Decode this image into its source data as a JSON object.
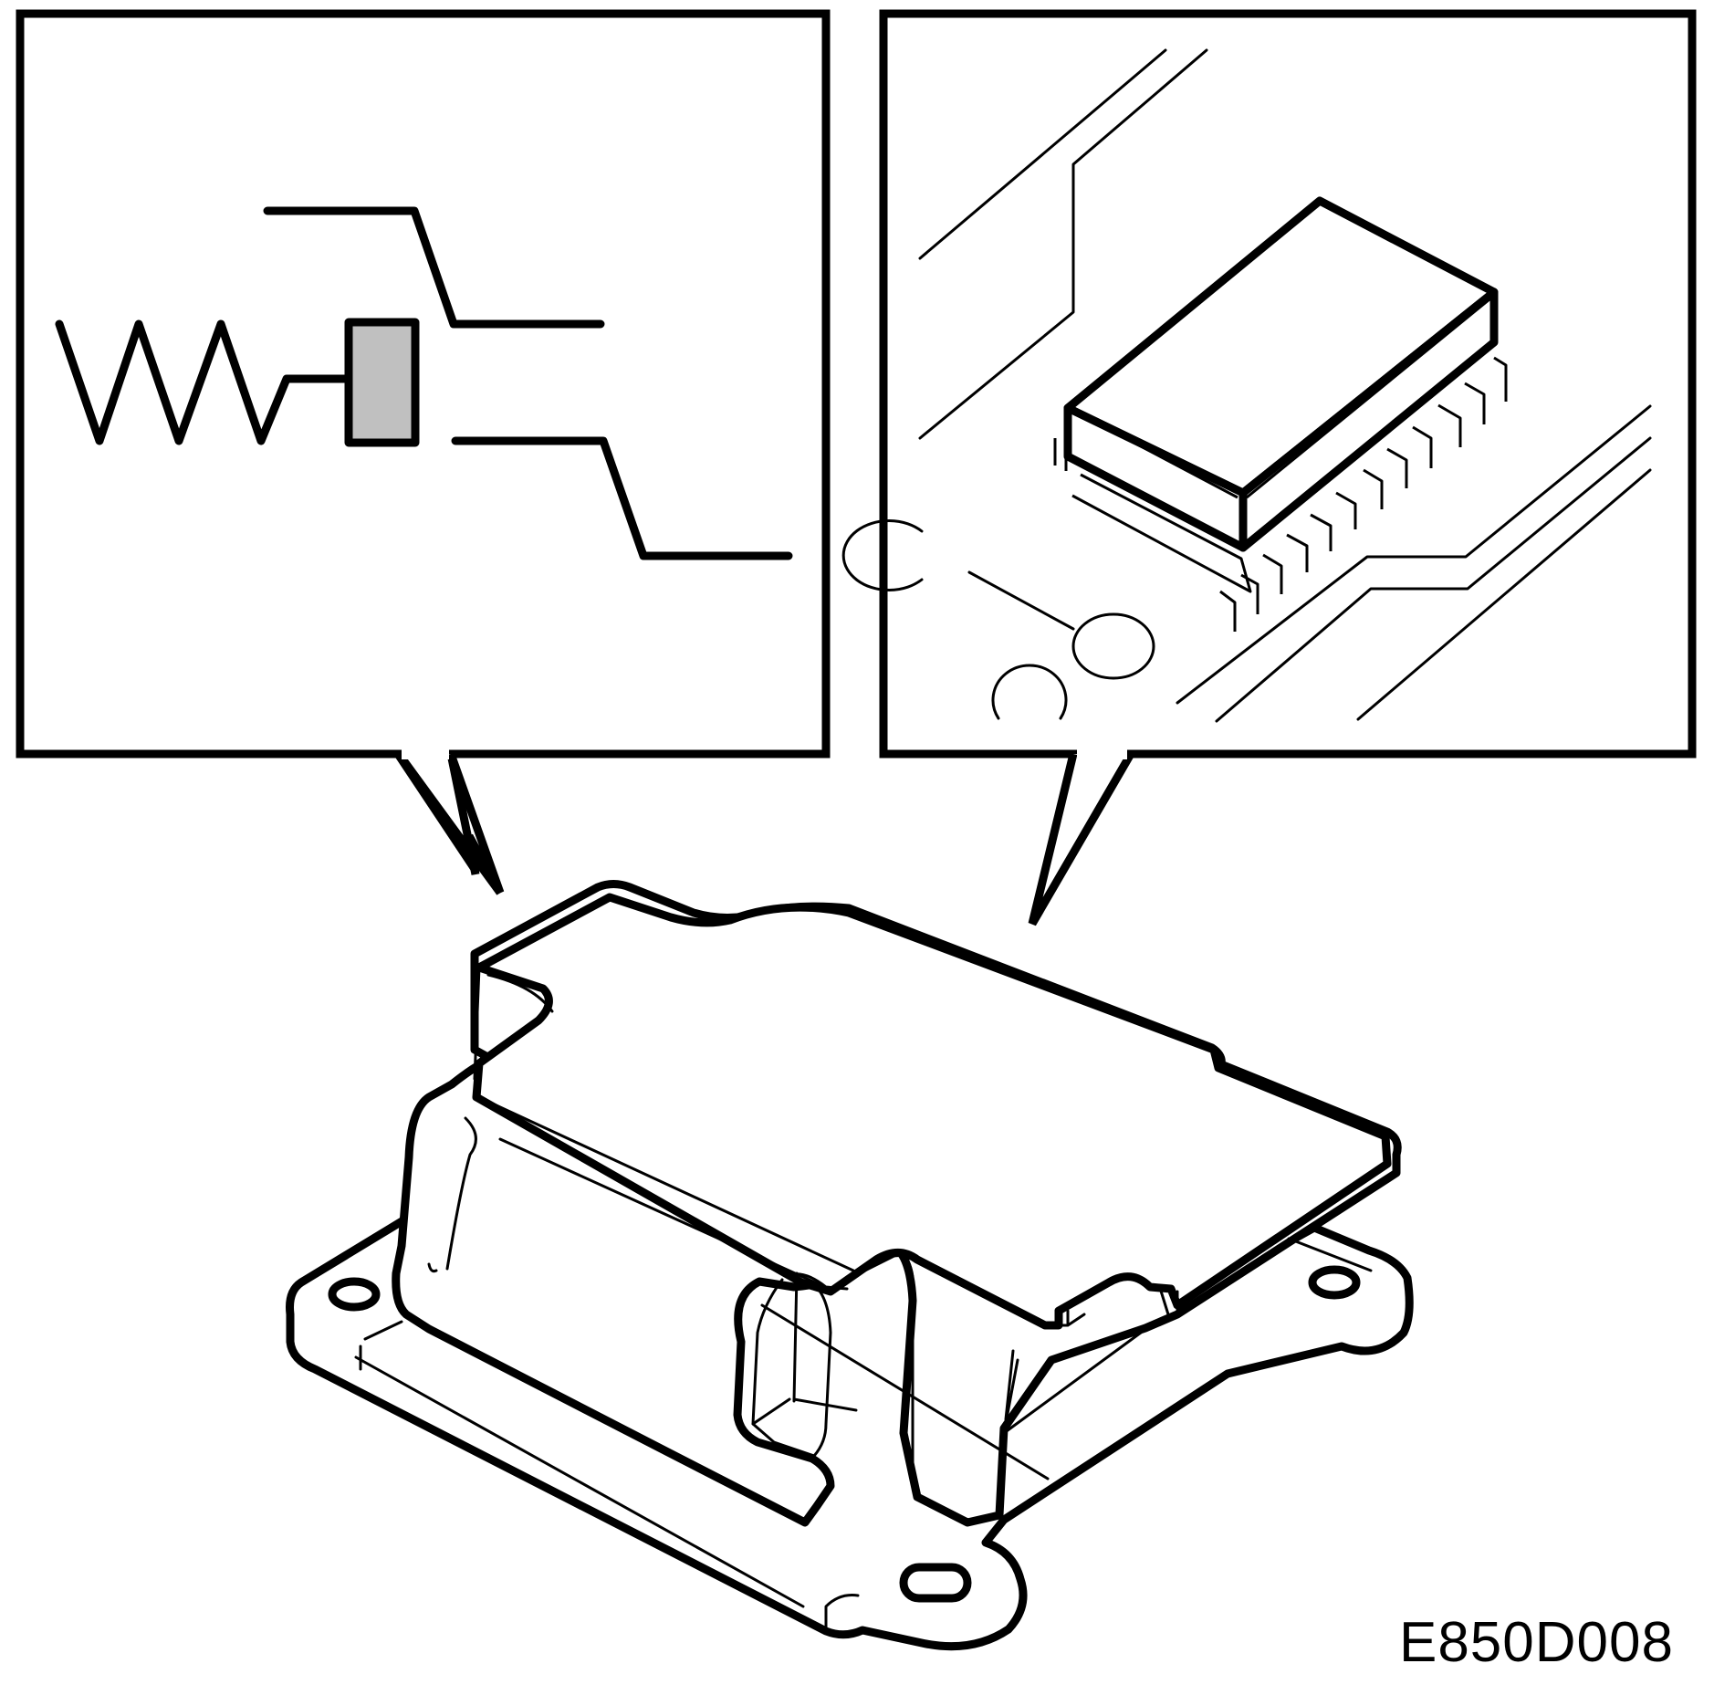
{
  "figure": {
    "reference_code": "E850D008",
    "panels": [
      {
        "id": "left",
        "depicts": "sensor-mass-spring-contact-icon"
      },
      {
        "id": "right",
        "depicts": "circuit-board-chip-icon"
      }
    ],
    "main_object": "airbag-control-module-icon"
  },
  "colors": {
    "line": "#000000",
    "background": "#ffffff",
    "sensor_mass_fill": "#c0c0c0"
  }
}
